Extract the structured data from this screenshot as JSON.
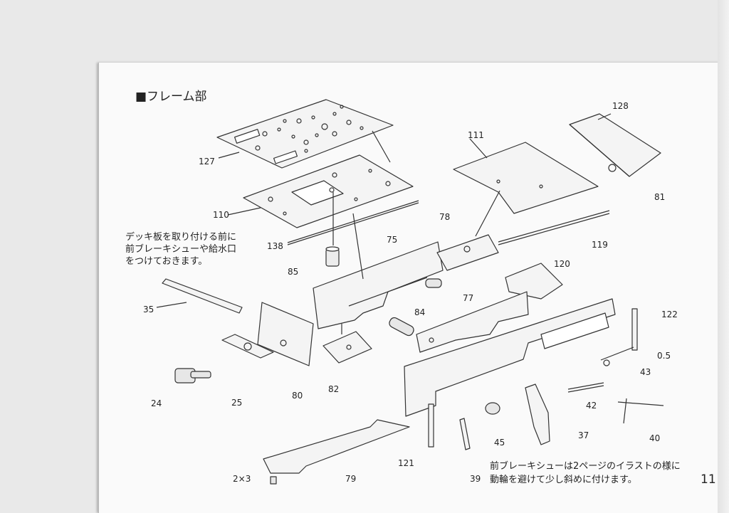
{
  "section_title": "■フレーム部",
  "note_deck": [
    "デッキ板を取り付ける前に",
    "前ブレーキシューや給水口",
    "をつけておきます。"
  ],
  "note_brake": [
    "前ブレーキシューは2ページのイラストの様に",
    "動輪を避けて少し斜めに付けます。"
  ],
  "page_number": "11",
  "parts": {
    "p127": "127",
    "p110": "110",
    "p138": "138",
    "p85": "85",
    "p75": "75",
    "p78": "78",
    "p111": "111",
    "p128": "128",
    "p81": "81",
    "p119": "119",
    "p120": "120",
    "p35": "35",
    "p84": "84",
    "p77": "77",
    "p122": "122",
    "p05": "0.5",
    "p43": "43",
    "p24": "24",
    "p25": "25",
    "p80": "80",
    "p82": "82",
    "p42": "42",
    "p40": "40",
    "p37": "37",
    "p45": "45",
    "p121": "121",
    "p39": "39",
    "p79": "79",
    "p2x3": "2×3"
  }
}
